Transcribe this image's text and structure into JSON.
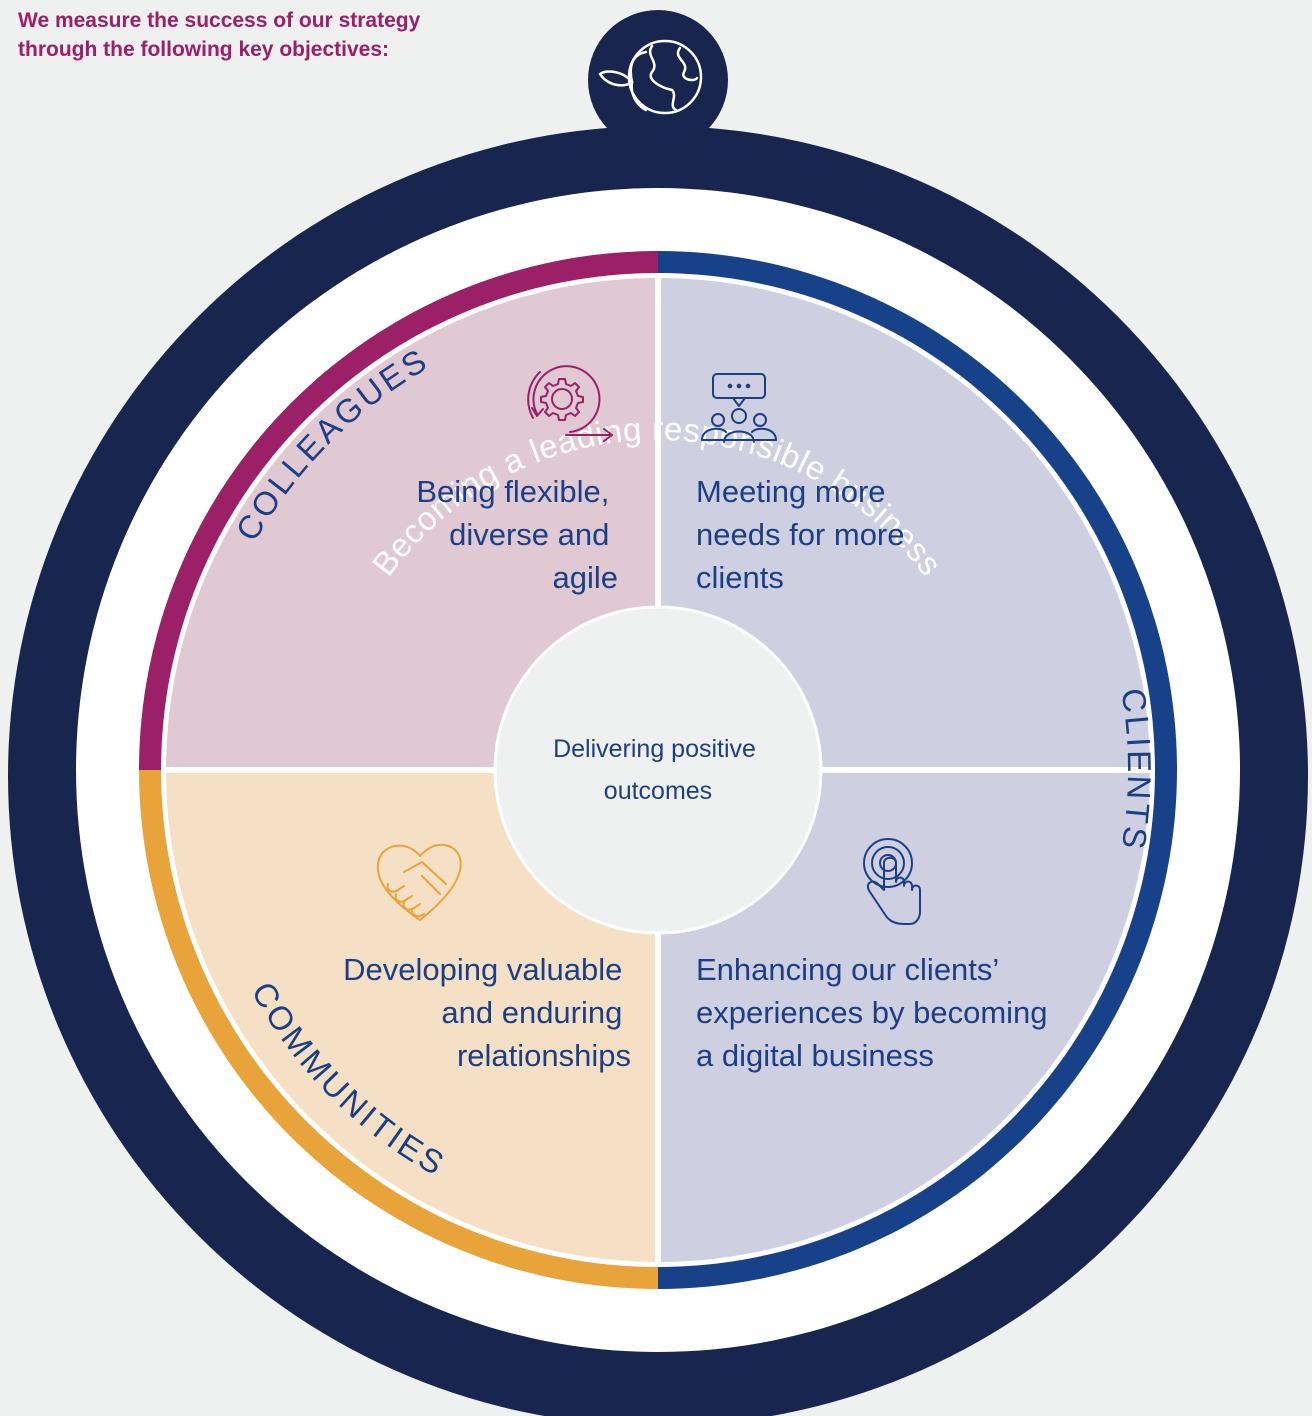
{
  "intro": {
    "line1": "We measure the success of our strategy",
    "line2": "through the following key objectives:"
  },
  "ring_title": "Becoming a leading responsible business",
  "center_label": {
    "line1": "Delivering positive",
    "line2": "outcomes"
  },
  "stakeholders": {
    "colleagues": "COLLEAGUES",
    "clients": "CLIENTS",
    "communities": "COMMUNITIES"
  },
  "quadrants": {
    "top_left": {
      "line1": "Being flexible,",
      "line2": "diverse and",
      "line3": "agile",
      "icon": "gear-cycle-icon"
    },
    "top_right": {
      "line1": "Meeting more",
      "line2": "needs for more",
      "line3": "clients",
      "icon": "group-chat-icon"
    },
    "bottom_left": {
      "line1": "Developing valuable",
      "line2": "and enduring",
      "line3": "relationships",
      "icon": "handshake-heart-icon"
    },
    "bottom_right": {
      "line1": "Enhancing our clients’",
      "line2": "experiences by becoming",
      "line3": "a digital business",
      "icon": "touch-icon"
    }
  },
  "colors": {
    "navy": "#18254f",
    "magenta": "#9b2068",
    "blue": "#17428a",
    "orange": "#e9a33b",
    "magenta_fill": "#e0c9d3",
    "blue_fill": "#cfcfe2",
    "orange_fill": "#f6e0c5",
    "center_fill": "#eff0f0"
  }
}
